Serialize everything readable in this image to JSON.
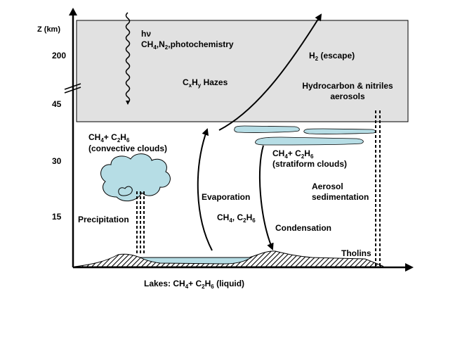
{
  "axis": {
    "ylabel": "Z (km)",
    "ticks": [
      "200",
      "45",
      "30",
      "15"
    ]
  },
  "labels": {
    "hv": "hν",
    "photochem": [
      "CH",
      "4",
      ",N",
      "2",
      ",photochemistry"
    ],
    "h2": [
      "H",
      "2",
      " (escape)"
    ],
    "hazes": [
      "C",
      "x",
      "H",
      "y",
      " Hazes"
    ],
    "aerosols1": "Hydrocarbon & nitriles",
    "aerosols2": "aerosols",
    "conv1": [
      "CH",
      "4",
      "+ C",
      "2",
      "H",
      "6"
    ],
    "conv2": "(convective clouds)",
    "strat1": [
      "CH",
      "4",
      "+ C",
      "2",
      "H",
      "6"
    ],
    "strat2": "(stratiform clouds)",
    "evap": "Evaporation",
    "evapsp": [
      "CH",
      "4",
      ", C",
      "2",
      "H",
      "6"
    ],
    "aero_sed1": "Aerosol",
    "aero_sed2": "sedimentation",
    "precip": "Precipitation",
    "condens": "Condensation",
    "tholins": "Tholins",
    "lakes": [
      "Lakes: CH",
      "4",
      "+ C",
      "2",
      "H",
      "6",
      " (liquid)"
    ]
  },
  "colors": {
    "atmosphere_box": "#e1e1e1",
    "cloud": "#b6dde5",
    "lake": "#b6dde5",
    "ink": "#000000"
  }
}
